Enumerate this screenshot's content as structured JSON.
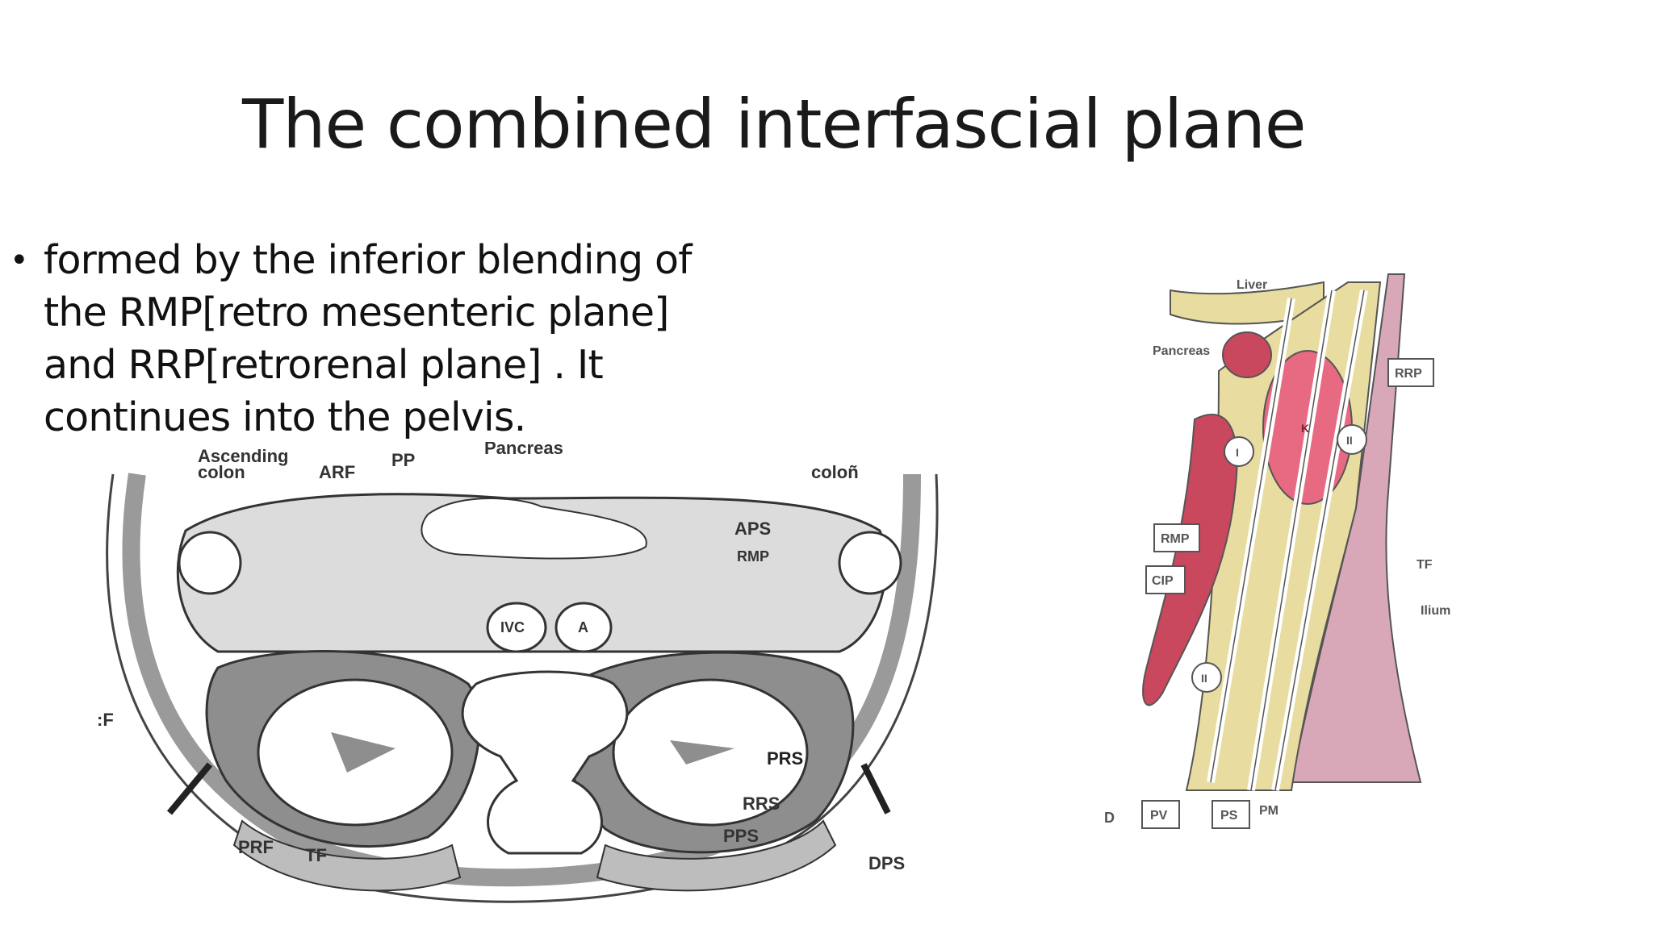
{
  "slide": {
    "title": "The combined interfascial plane",
    "bullet_text": "formed by the inferior blending of the RMP[retro mesenteric plane] and RRP[retrorenal plane] . It continues into the pelvis."
  },
  "axial_diagram": {
    "labels": {
      "ascending_colon": "Ascending colon",
      "arf": "ARF",
      "pp": "PP",
      "pancreas": "Pancreas",
      "colon": "coloñ",
      "aps": "APS",
      "rmp": "RMP",
      "ivc": "IVC",
      "aorta": "A",
      "prs": "PRS",
      "rrs": "RRS",
      "pps": "PPS",
      "dps": "DPS",
      "prf": "PRF",
      "tf": "TF",
      "cf": ":F"
    }
  },
  "sagittal_diagram": {
    "labels": {
      "liver": "Liver",
      "pancreas": "Pancreas",
      "rrp": "RRP",
      "rmp": "RMP",
      "cip": "CIP",
      "tf": "TF",
      "ilium": "Ilium",
      "k": "K",
      "pv": "PV",
      "ps": "PS",
      "pm": "PM",
      "d": "D",
      "region_i": "I",
      "region_ii": "II"
    }
  },
  "colors": {
    "fat_gray": "#dcdcdc",
    "renal_space": "#8e8e8e",
    "pink_muscle": "#d9a8b8",
    "red_organ": "#c9485e",
    "fascia_yellow": "#e8dca0"
  }
}
